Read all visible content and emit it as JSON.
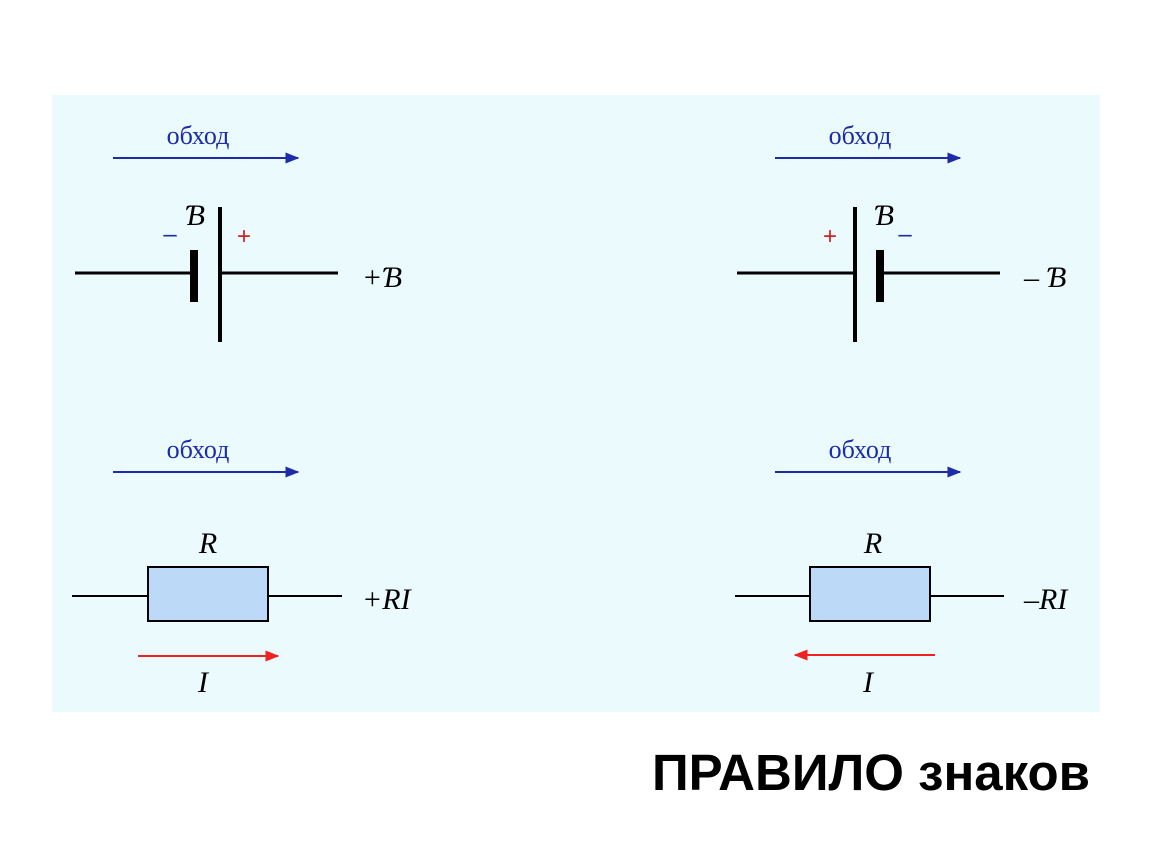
{
  "colors": {
    "panel_background": "#ebfafc",
    "traverse_arrow": "#1c2ba8",
    "current_arrow": "#ee2222",
    "plus_sign": "#d42020",
    "minus_sign": "#1c2ba8",
    "resistor_fill": "#bcd9f7",
    "wire": "#000000"
  },
  "title": "ПРАВИЛО знаков",
  "battery_cases": [
    {
      "traverse_label": "обход",
      "emf_symbol": "Ɓ",
      "left_terminal_sign": "–",
      "right_terminal_sign": "+",
      "result": "+Ɓ"
    },
    {
      "traverse_label": "обход",
      "emf_symbol": "Ɓ",
      "left_terminal_sign": "+",
      "right_terminal_sign": "–",
      "result": "– Ɓ"
    }
  ],
  "resistor_cases": [
    {
      "traverse_label": "обход",
      "resistor_label": "R",
      "current_label": "I",
      "current_direction": "right",
      "result": "+RI"
    },
    {
      "traverse_label": "обход",
      "resistor_label": "R",
      "current_label": "I",
      "current_direction": "left",
      "result": "–RI"
    }
  ]
}
